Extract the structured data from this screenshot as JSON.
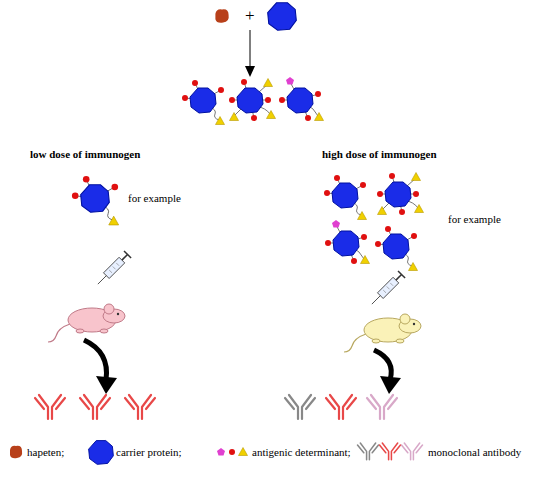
{
  "diagram": {
    "labels": [
      "+",
      "low dose of immunogen",
      "for example",
      "high dose of immunogen",
      "for example"
    ],
    "legend": [
      {
        "text": "hapeten;"
      },
      {
        "text": "carrier protein;"
      },
      {
        "text": "antigenic determinant;"
      },
      {
        "text": "monoclonal antibody"
      }
    ]
  }
}
